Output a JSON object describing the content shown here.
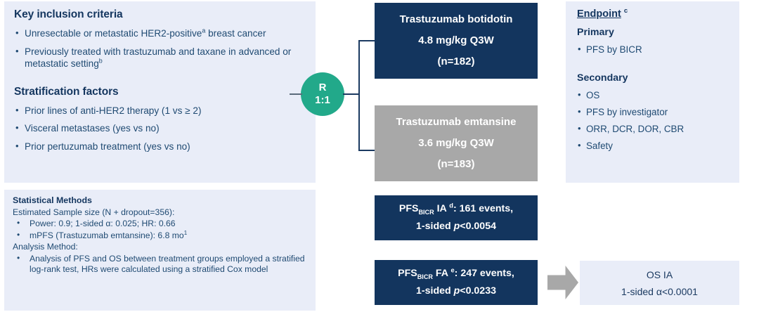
{
  "criteria": {
    "inclusion_heading": "Key inclusion criteria",
    "inclusion_items": [
      {
        "text": "Unresectable or metastatic HER2-positive breast cancer",
        "sup_after": "HER2-positive",
        "sup": "a"
      },
      {
        "text": "Previously treated with trastuzumab and taxane in advanced or metastatic setting",
        "sup": "b"
      }
    ],
    "inclusion_item_1_pre": "Unresectable or metastatic HER2-positive",
    "inclusion_item_1_sup": "a",
    "inclusion_item_1_post": " breast cancer",
    "inclusion_item_2_pre": "Previously treated with trastuzumab and taxane in advanced or metastatic setting",
    "inclusion_item_2_sup": "b",
    "stratification_heading": "Stratification factors",
    "stratification_items": [
      "Prior lines of anti-HER2 therapy (1 vs ≥ 2)",
      "Visceral metastases (yes vs no)",
      "Prior pertuzumab treatment (yes vs no)"
    ]
  },
  "statistics": {
    "heading": "Statistical Methods",
    "sample_size_line": "Estimated Sample size (N + dropout=356):",
    "bullets": [
      "Power: 0.9; 1-sided α: 0.025; HR: 0.66"
    ],
    "mpfs_pre": "mPFS (Trastuzumab emtansine): 6.8 mo",
    "mpfs_sup": "1",
    "analysis_method_label": "Analysis Method:",
    "analysis_method_text": "Analysis of PFS and OS between treatment groups employed a stratified log-rank test, HRs were calculated using a stratified Cox model"
  },
  "randomization": {
    "label": "R",
    "ratio": "1:1"
  },
  "arms": {
    "experimental": {
      "drug": "Trastuzumab botidotin",
      "dose": "4.8 mg/kg  Q3W",
      "n": "(n=182)"
    },
    "control": {
      "drug": "Trastuzumab emtansine",
      "dose": "3.6 mg/kg  Q3W",
      "n": "(n=183)"
    }
  },
  "analyses": {
    "interim": {
      "metric": "PFS",
      "metric_sub": "BICR",
      "type": " IA ",
      "type_sup": "d",
      "events": ": 161 events,",
      "alpha_pre": "1-sided ",
      "alpha_p": "p",
      "alpha_value": "<0.0054"
    },
    "final": {
      "metric": "PFS",
      "metric_sub": "BICR",
      "type": " FA ",
      "type_sup": "e",
      "events": ": 247 events,",
      "alpha_pre": "1-sided ",
      "alpha_p": "p",
      "alpha_value": "<0.0233"
    },
    "os_ia": {
      "title": "OS IA",
      "alpha": "1-sided α<0.0001"
    }
  },
  "endpoints": {
    "title": "Endpoint",
    "title_sup": "c",
    "primary_heading": "Primary",
    "primary_items": [
      "PFS by BICR"
    ],
    "secondary_heading": "Secondary",
    "secondary_items": [
      "OS",
      "PFS by investigator",
      "ORR, DCR, DOR, CBR",
      "Safety"
    ]
  },
  "colors": {
    "navy": "#13355e",
    "gray": "#a8a8a8",
    "green": "#22a98a",
    "panel_blue": "#e9edf8",
    "text_blue": "#1f4a72"
  }
}
